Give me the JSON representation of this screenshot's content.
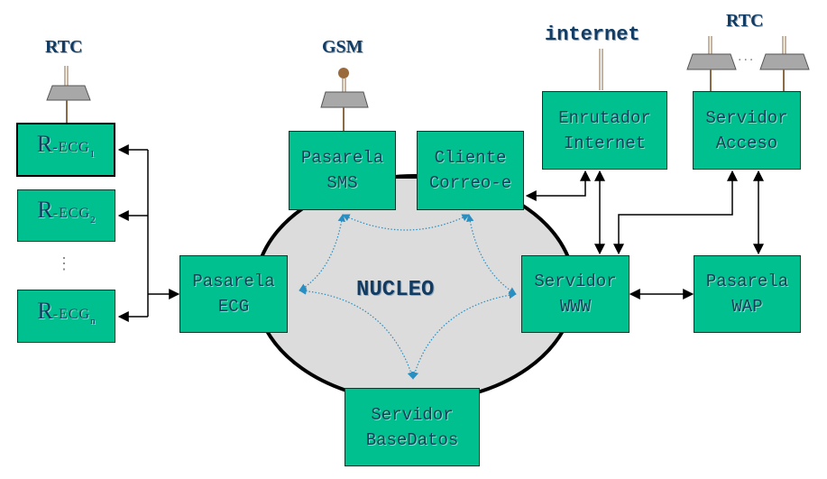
{
  "labels": {
    "rtc_left": "RTC",
    "gsm": "GSM",
    "internet": "internet",
    "rtc_right": "RTC",
    "core": "NUCLEO",
    "vertical_ellipsis": "⋮",
    "horizontal_ellipsis": "..."
  },
  "recg": [
    {
      "prefix": "R",
      "middle": "-ECG",
      "sub": "1"
    },
    {
      "prefix": "R",
      "middle": "-ECG",
      "sub": "2"
    },
    {
      "prefix": "R",
      "middle": "-ECG",
      "sub": "n"
    }
  ],
  "boxes": {
    "pasarela_sms": [
      "Pasarela",
      "SMS"
    ],
    "cliente_correo": [
      "Cliente",
      "Correo-e"
    ],
    "enrutador": [
      "Enrutador",
      "Internet"
    ],
    "servidor_acceso": [
      "Servidor",
      "Acceso"
    ],
    "pasarela_ecg": [
      "Pasarela",
      "ECG"
    ],
    "servidor_www": [
      "Servidor",
      "WWW"
    ],
    "pasarela_wap": [
      "Pasarela",
      "WAP"
    ],
    "servidor_bd": [
      "Servidor",
      "BaseDatos"
    ]
  },
  "colors": {
    "box": "#00c08f",
    "core": "#dcdcdc",
    "text": "#123c63",
    "dotted": "#2a8fc0",
    "antenna": "#8b6a45",
    "modem": "#a8a8a8"
  }
}
